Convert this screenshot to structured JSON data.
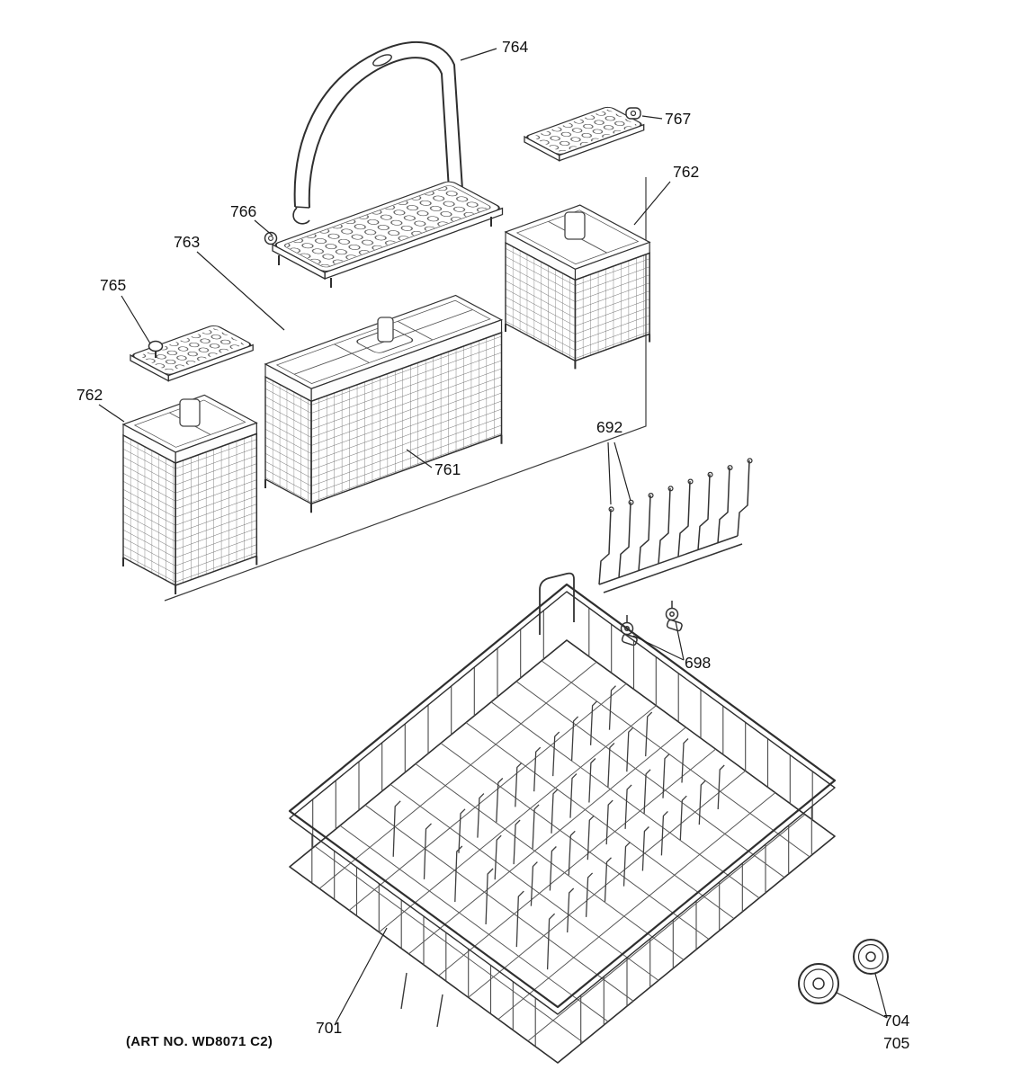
{
  "diagram": {
    "art_no": "(ART NO. WD8071 C2)",
    "style": {
      "ink": "#2f2f2f",
      "background": "#ffffff"
    },
    "callouts": [
      {
        "id": "764"
      },
      {
        "id": "767"
      },
      {
        "id": "762"
      },
      {
        "id": "766"
      },
      {
        "id": "763"
      },
      {
        "id": "765"
      },
      {
        "id": "762"
      },
      {
        "id": "761"
      },
      {
        "id": "692"
      },
      {
        "id": "698"
      },
      {
        "id": "701"
      },
      {
        "id": "704"
      },
      {
        "id": "705"
      }
    ]
  }
}
